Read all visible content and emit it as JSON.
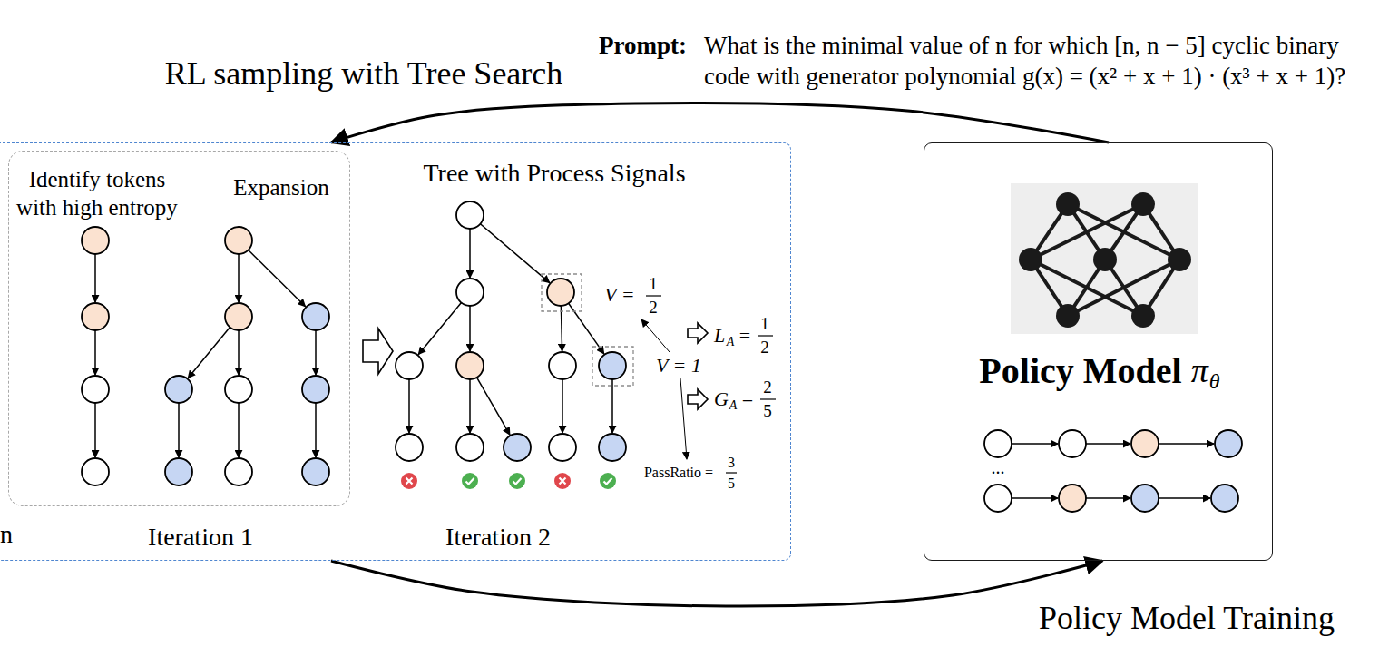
{
  "diagram": {
    "nodes": [
      {
        "text": [
          "Tree with Process Signals",
          "Iteration 1",
          "Iteration 2"
        ]
      },
      {
        "text": [
          "Identify tokens with high entropy",
          "Expansion"
        ],
        "in": 0
      },
      {
        "text": [
          "Policy Model",
          "π",
          "θ"
        ]
      }
    ],
    "edges": [
      {
        "from": 2,
        "to": 0,
        "arrow": "to",
        "label": "RL sampling with Tree Search"
      },
      {
        "from": 0,
        "to": 2,
        "arrow": "to",
        "label": "Policy Model Training"
      }
    ],
    "labels": [
      "Prompt:",
      "What is the minimal value of n for which [n, n − 5] cyclic binary code with generator polynomial g(x) = (x² + x + 1) · (x³ + x + 1)?",
      "n",
      "V =",
      "1",
      "2",
      "V = 1",
      "L",
      "A",
      "=",
      "1",
      "2",
      "G",
      "A",
      "=",
      "2",
      "5",
      "PassRatio =",
      "3",
      "5",
      "..."
    ]
  }
}
